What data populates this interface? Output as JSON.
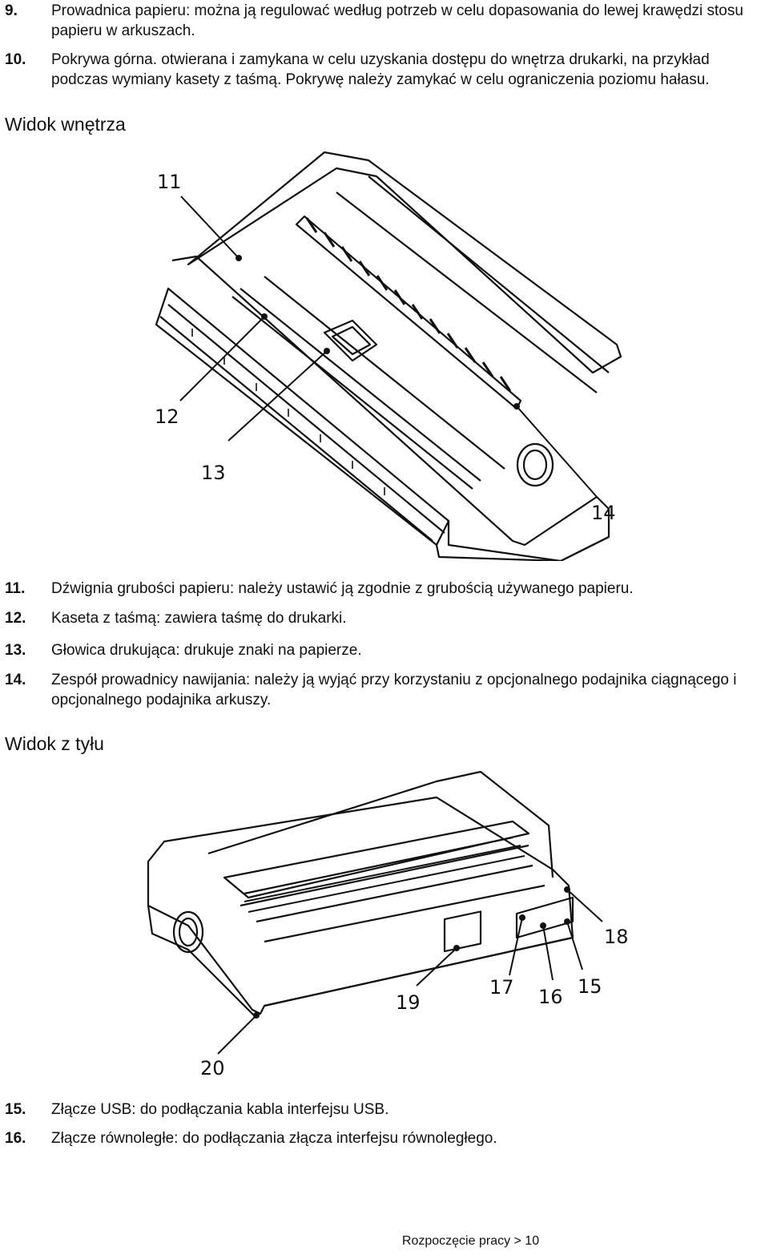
{
  "top_items": [
    {
      "num": "9.",
      "text": "Prowadnica papieru: można ją regulować według potrzeb w celu dopasowania do lewej krawędzi stosu papieru w arkuszach."
    },
    {
      "num": "10.",
      "text": "Pokrywa górna. otwierana i zamykana w celu uzyskania dostępu do wnętrza drukarki, na przykład podczas wymiany kasety z taśmą. Pokrywę należy zamykać w celu ograniczenia poziomu hałasu."
    }
  ],
  "interior": {
    "heading": "Widok wnętrza",
    "callouts": [
      "11",
      "12",
      "13",
      "14"
    ],
    "items": [
      {
        "num": "11.",
        "text": "Dźwignia grubości papieru: należy ustawić ją zgodnie z grubością używanego papieru."
      },
      {
        "num": "12.",
        "text": "Kaseta z taśmą: zawiera taśmę do drukarki."
      },
      {
        "num": "13.",
        "text": "Głowica drukująca: drukuje znaki na papierze."
      },
      {
        "num": "14.",
        "text": "Zespół prowadnicy nawijania: należy ją wyjąć przy korzystaniu z opcjonalnego podajnika ciągnącego i opcjonalnego podajnika arkuszy."
      }
    ]
  },
  "rear": {
    "heading": "Widok z tyłu",
    "callouts": [
      "18",
      "17",
      "16",
      "15",
      "19",
      "20"
    ],
    "items": [
      {
        "num": "15.",
        "text": "Złącze USB: do podłączania kabla interfejsu USB."
      },
      {
        "num": "16.",
        "text": "Złącze równoległe: do podłączania złącza interfejsu równoległego."
      }
    ]
  },
  "footer": "Rozpoczęcie pracy > 10"
}
